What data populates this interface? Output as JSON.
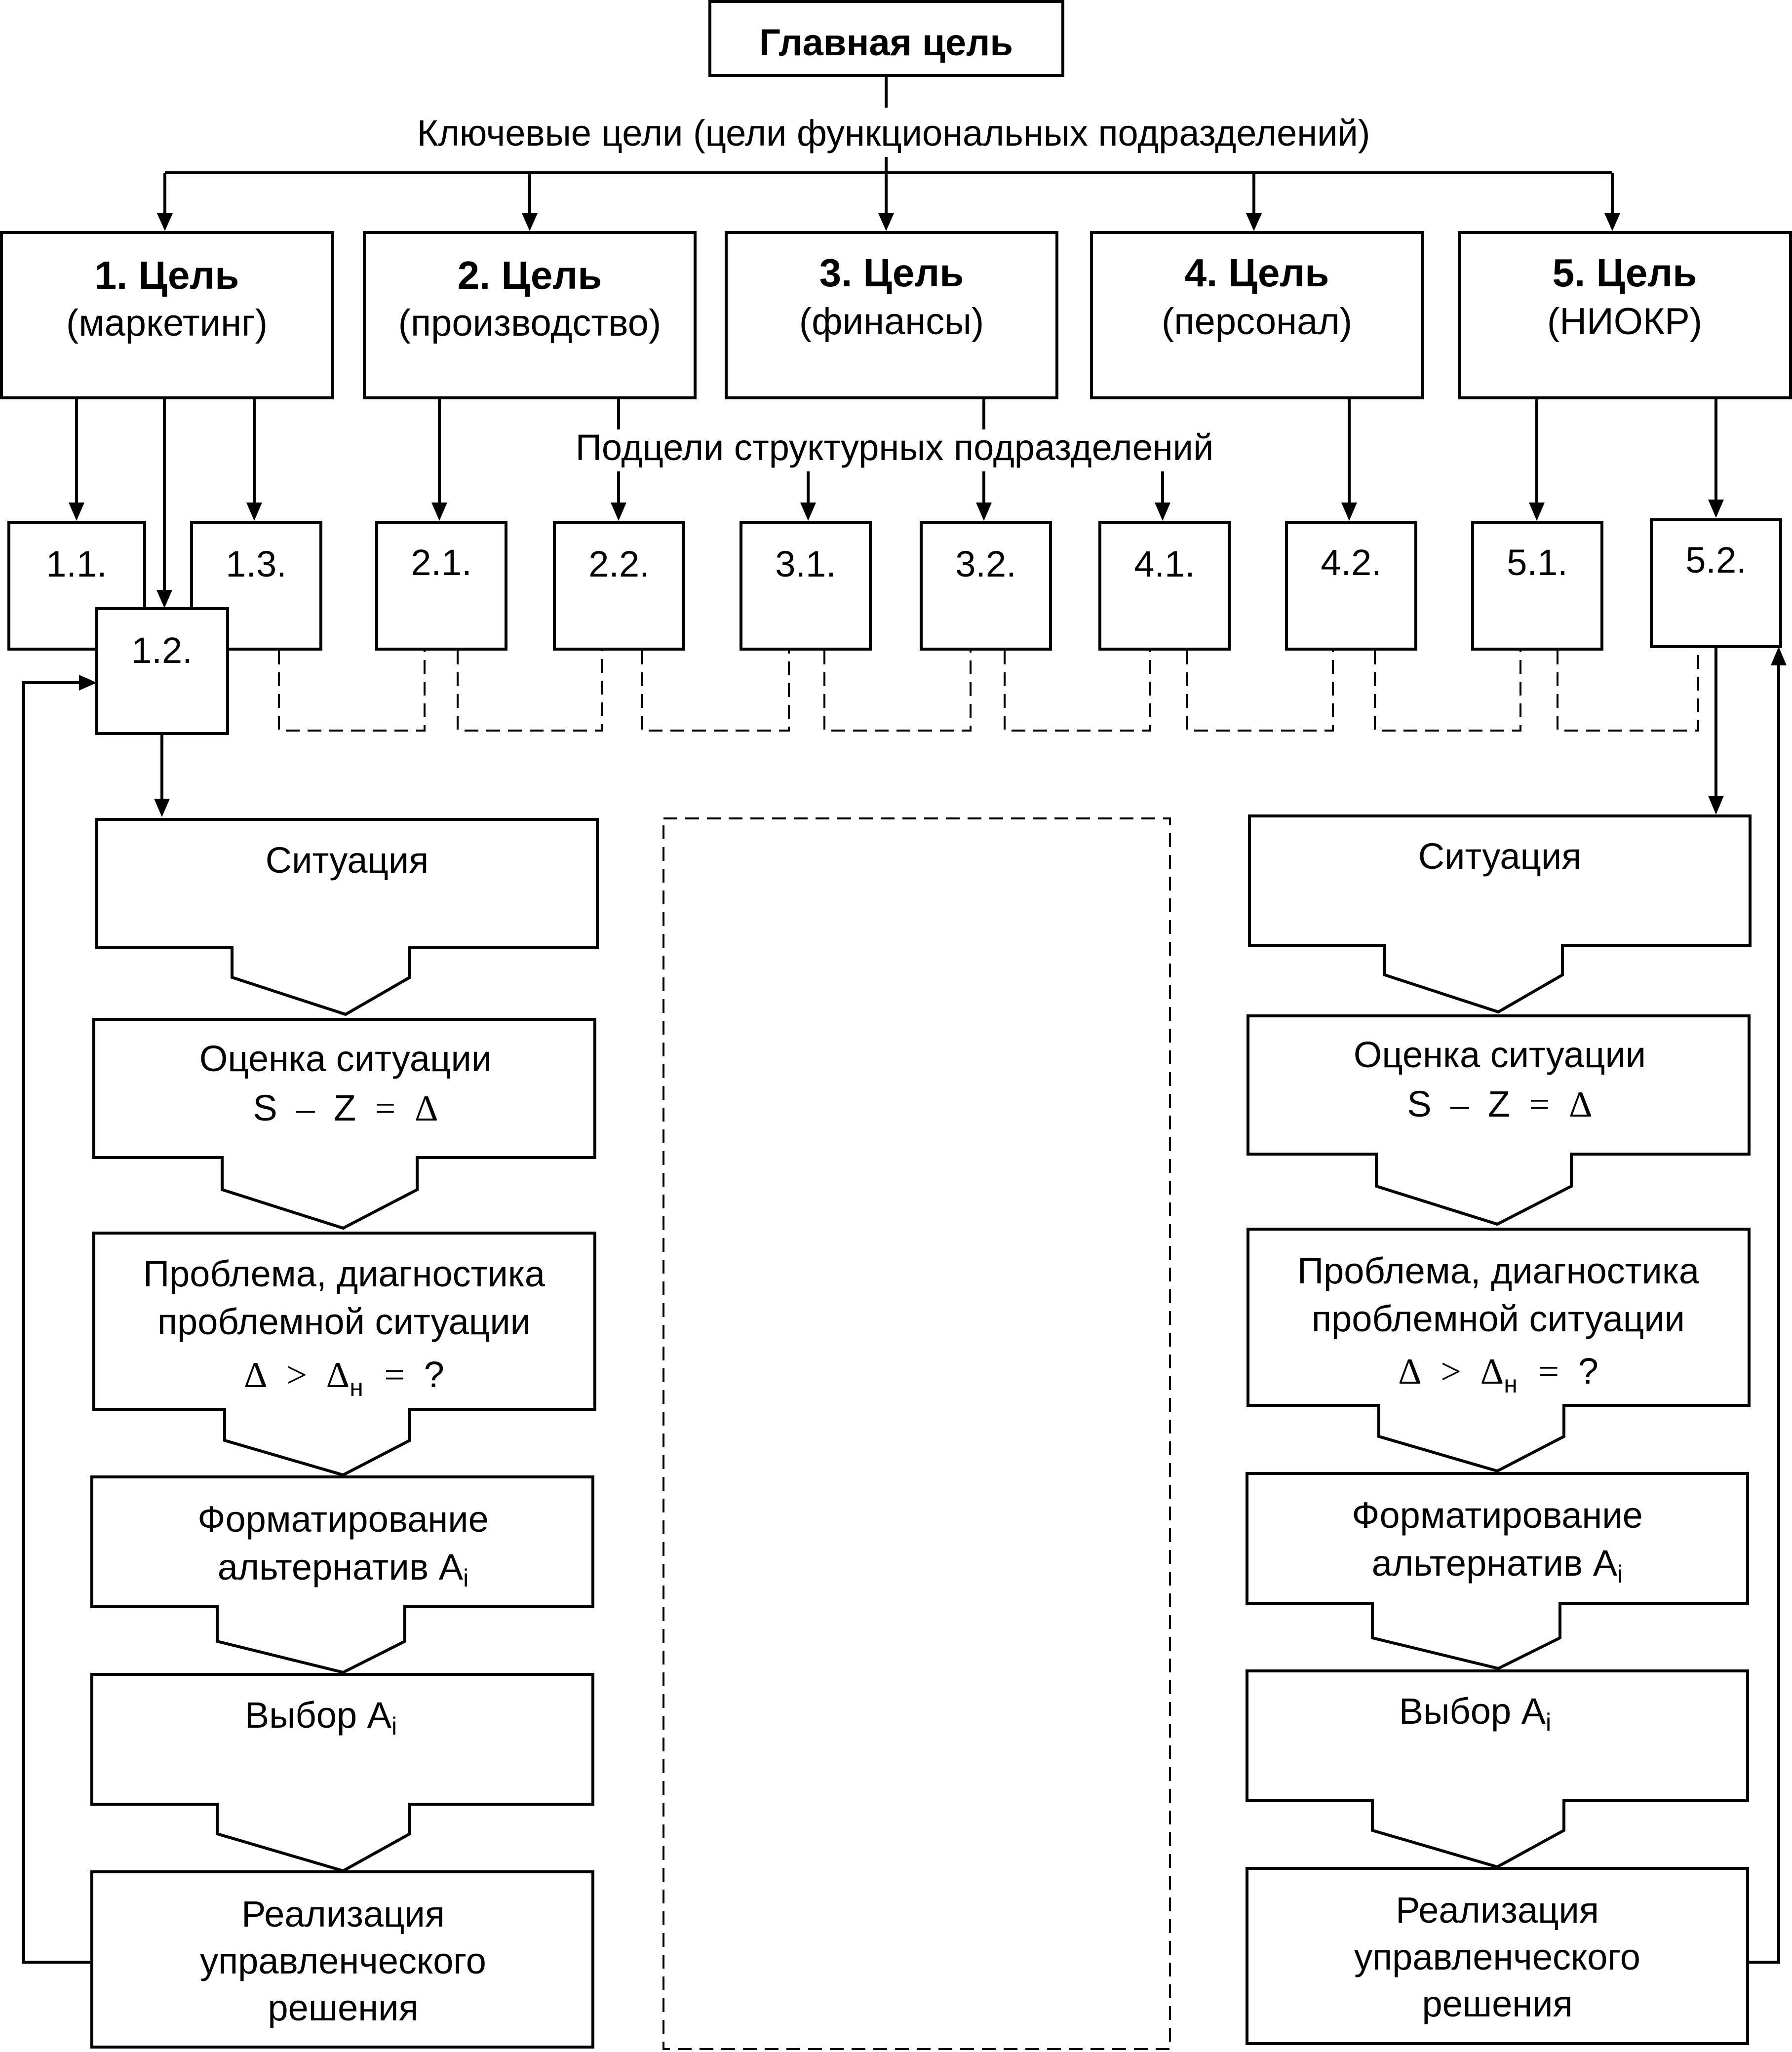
{
  "main_goal": "Главная цель",
  "key_goals_label": "Ключевые цели (цели функциональных подразделений)",
  "subgoals_label": "Подцели структурных подразделений",
  "goals": [
    {
      "number": "1. Цель",
      "area": "(маркетинг)"
    },
    {
      "number": "2. Цель",
      "area": "(производство)"
    },
    {
      "number": "3. Цель",
      "area": "(финансы)"
    },
    {
      "number": "4. Цель",
      "area": "(персонал)"
    },
    {
      "number": "5. Цель",
      "area": "(НИОКР)"
    }
  ],
  "subgoals": [
    "1.1.",
    "1.2.",
    "1.3.",
    "2.1.",
    "2.2.",
    "3.1.",
    "3.2.",
    "4.1.",
    "4.2.",
    "5.1.",
    "5.2."
  ],
  "process": {
    "situation": "Ситуация",
    "assessment": "Оценка ситуации",
    "assessment_formula": {
      "s": "S",
      "minus": "–",
      "z": "Z",
      "eq": "=",
      "delta": "Δ"
    },
    "problem_line1": "Проблема, диагностика",
    "problem_line2": "проблемной ситуации",
    "problem_formula": {
      "delta": "Δ",
      "gt": ">",
      "delta_n": "Δ",
      "sub_n": "н",
      "eq": "=",
      "q": "?"
    },
    "formation_line1": "Форматирование",
    "formation_line2": "альтернатив A",
    "choice": "Выбор A",
    "alt_index": "i",
    "impl_line1": "Реализация",
    "impl_line2": "управленческого",
    "impl_line3": "решения"
  }
}
